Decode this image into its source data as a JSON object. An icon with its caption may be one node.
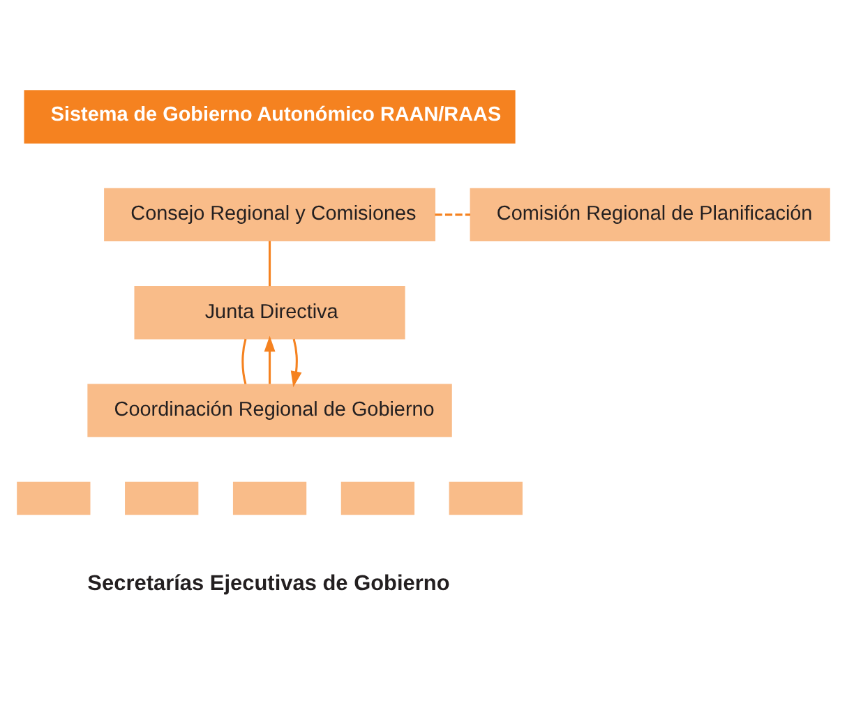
{
  "diagram": {
    "nodes": [
      {
        "text": [
          "Sistema de Gobierno Autonómico RAAN/RAAS"
        ]
      },
      {
        "text": [
          "Consejo Regional y Comisiones"
        ]
      },
      {
        "text": [
          "Comisión Regional de Planificación"
        ]
      },
      {
        "text": [
          "Junta Directiva"
        ]
      },
      {
        "text": [
          "Coordinación Regional de Gobierno"
        ]
      },
      {
        "text": [],
        "shape": "box"
      },
      {
        "text": [],
        "shape": "box"
      },
      {
        "text": [],
        "shape": "box"
      },
      {
        "text": [],
        "shape": "box"
      },
      {
        "text": [],
        "shape": "box"
      }
    ],
    "edges": [
      {
        "from": 1,
        "to": 2,
        "arrow": "none",
        "style": "dashed"
      },
      {
        "from": 1,
        "to": 3,
        "arrow": "none"
      },
      {
        "from": 3,
        "to": 4,
        "arrow": "none"
      },
      {
        "from": 4,
        "to": 3,
        "arrow": "to"
      },
      {
        "from": 3,
        "to": 4,
        "arrow": "to"
      }
    ],
    "labels": [
      "Secretarías Ejecutivas de Gobierno"
    ]
  }
}
